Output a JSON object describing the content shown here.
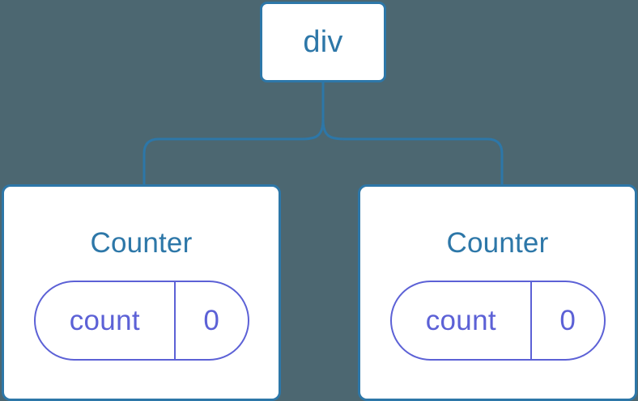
{
  "diagram": {
    "type": "component-tree",
    "background_color": "#4c6771",
    "node_border_color": "#2d77a8",
    "node_text_color": "#2d77a8",
    "pill_color": "#5c61d6",
    "edge_color": "#2d77a8"
  },
  "root": {
    "label": "div"
  },
  "children": [
    {
      "title": "Counter",
      "state": {
        "key": "count",
        "value": "0"
      }
    },
    {
      "title": "Counter",
      "state": {
        "key": "count",
        "value": "0"
      }
    }
  ]
}
